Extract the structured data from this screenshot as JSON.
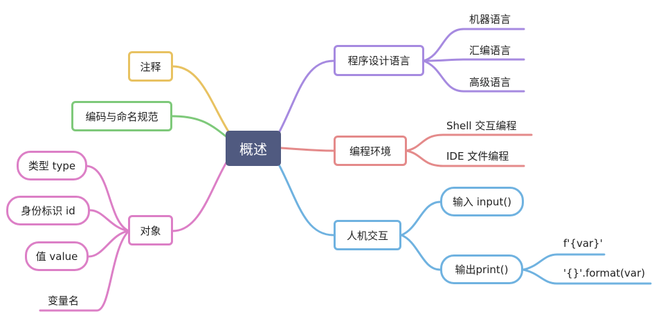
{
  "center": {
    "label": "概述"
  },
  "left": {
    "comment": "注释",
    "coding": "编码与命名规范",
    "object": {
      "label": "对象",
      "children": [
        "类型 type",
        "身份标识 id",
        "值 value",
        "变量名"
      ]
    }
  },
  "right": {
    "language": {
      "label": "程序设计语言",
      "children": [
        "机器语言",
        "汇编语言",
        "高级语言"
      ]
    },
    "env": {
      "label": "编程环境",
      "children": [
        "Shell 交互编程",
        "IDE 文件编程"
      ]
    },
    "hci": {
      "label": "人机交互",
      "input": "输入 input()",
      "output": {
        "label": "输出print()",
        "children": [
          "f'{var}'",
          "'{}'.format(var)"
        ]
      }
    }
  },
  "colors": {
    "center": "#505a80",
    "comment": "#e8c261",
    "coding": "#7ec97a",
    "object": "#dc7fc6",
    "language": "#a68ae0",
    "env": "#e48a8a",
    "hci": "#6fb2e0"
  }
}
